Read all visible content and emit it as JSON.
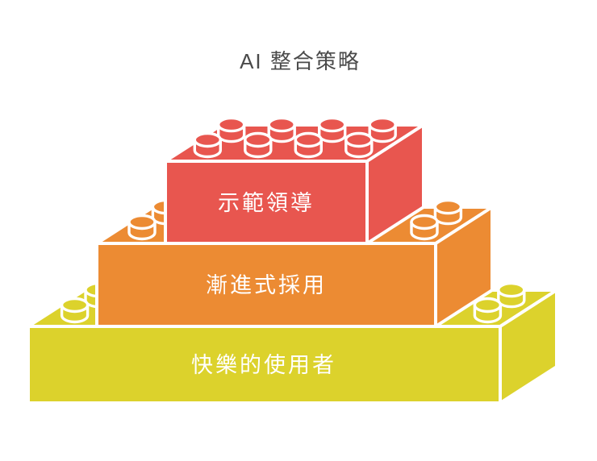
{
  "title": "AI 整合策略",
  "title_color": "#4A4A4A",
  "label_color": "#FFFFFF",
  "outline_color": "#FFFFFF",
  "bricks": [
    {
      "position": "top",
      "label": "示範領導",
      "color": "#E8564F"
    },
    {
      "position": "middle",
      "label": "漸進式採用",
      "color": "#EC8B33"
    },
    {
      "position": "bottom",
      "label": "快樂的使用者",
      "color": "#DCD22C"
    }
  ]
}
